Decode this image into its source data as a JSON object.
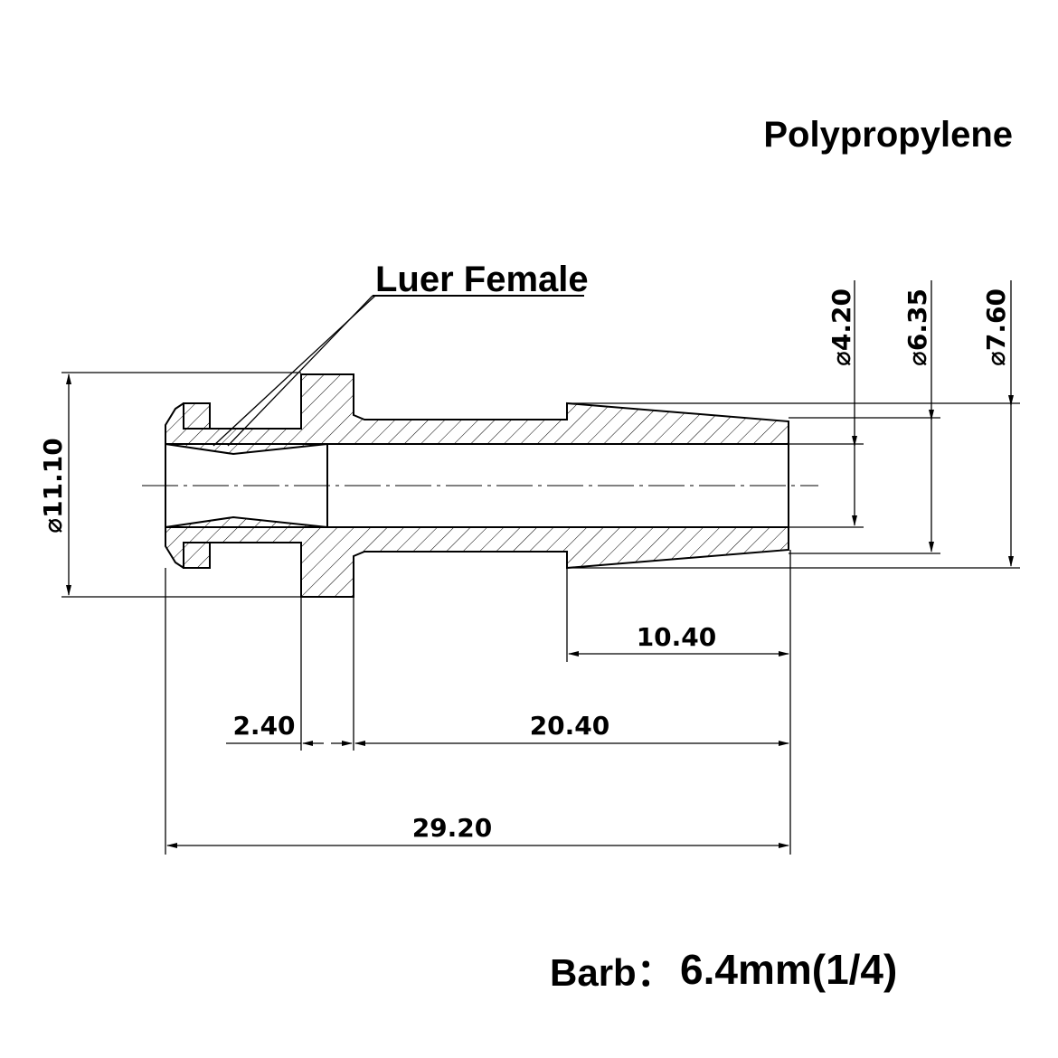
{
  "material": "Polypropylene",
  "callout": "Luer Female",
  "dimensions": {
    "diameter_symbol": "⌀",
    "d_outer": "11.10",
    "d_bore": "4.20",
    "d_barb_min": "6.35",
    "d_barb_max": "7.60",
    "barb_length": "10.40",
    "flange_width": "2.40",
    "body_length": "20.40",
    "total_length": "29.20"
  },
  "footer": {
    "label": "Barb：",
    "value": "6.4mm(1/4)"
  }
}
